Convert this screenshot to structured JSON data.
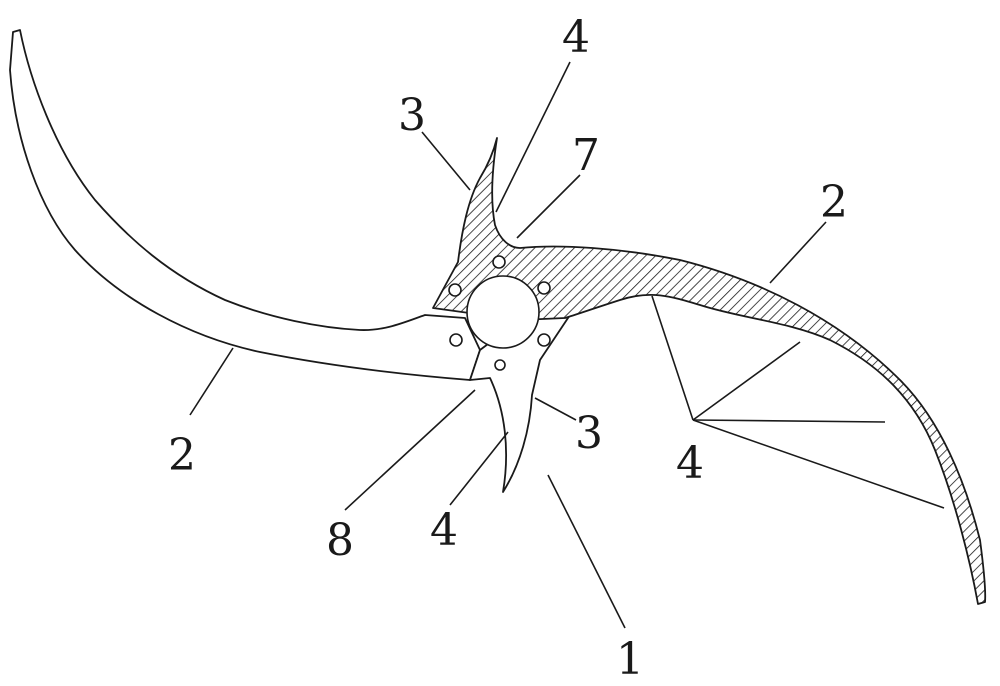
{
  "labels": {
    "top_4": "4",
    "top_3": "3",
    "top_7": "7",
    "right_2": "2",
    "left_2": "2",
    "lower_3": "3",
    "right_4": "4",
    "bottom_8": "8",
    "bottom_4": "4",
    "bottom_1": "1"
  },
  "colors": {
    "ink": "#1a1a1a",
    "background": "#ffffff"
  }
}
